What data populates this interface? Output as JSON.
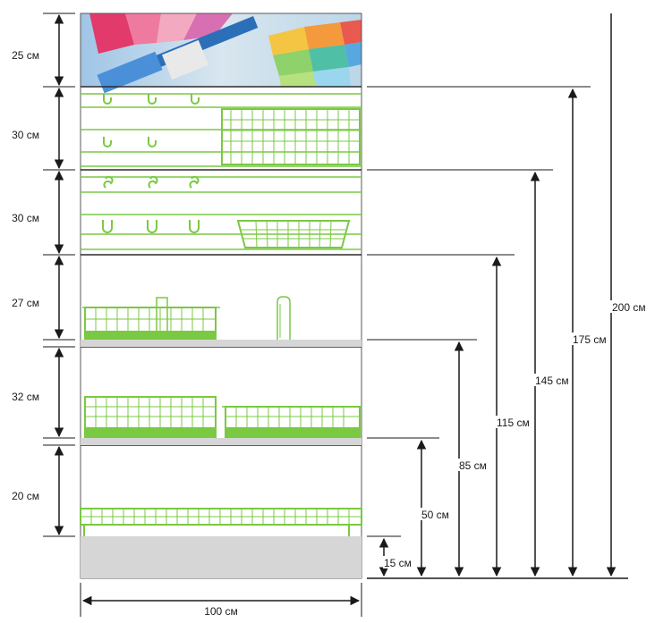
{
  "colors": {
    "line": "#1a1a1a",
    "rack_green": "#7ac943",
    "shelf_gray": "#d6d6d6",
    "panel_outline": "#5a5a5a"
  },
  "section_labels": [
    "25 см",
    "30 см",
    "30 см",
    "27 см",
    "32 см",
    "20 см"
  ],
  "height_labels": [
    "15 см",
    "50 см",
    "85 см",
    "115 см",
    "145 см",
    "175 см",
    "200 см"
  ],
  "width_label": "100 см",
  "banner": {
    "icon": "paint-palette-brush-image"
  }
}
